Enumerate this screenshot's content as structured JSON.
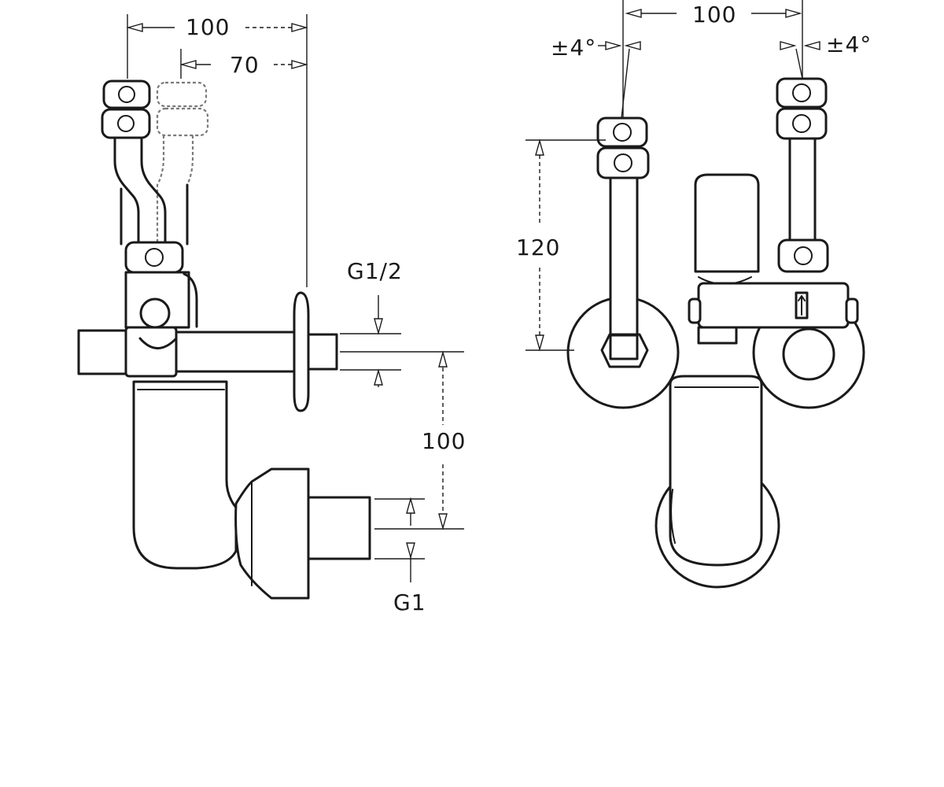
{
  "dimensions": {
    "left_width_top": "100",
    "left_width_inner": "70",
    "thread_inlet": "G1/2",
    "vertical_offset": "100",
    "thread_outlet": "G1",
    "right_width_top": "100",
    "angle_left": "±4°",
    "angle_right": "±4°",
    "right_height": "120"
  },
  "colors": {
    "line": "#1a1a1a",
    "background": "#ffffff"
  }
}
